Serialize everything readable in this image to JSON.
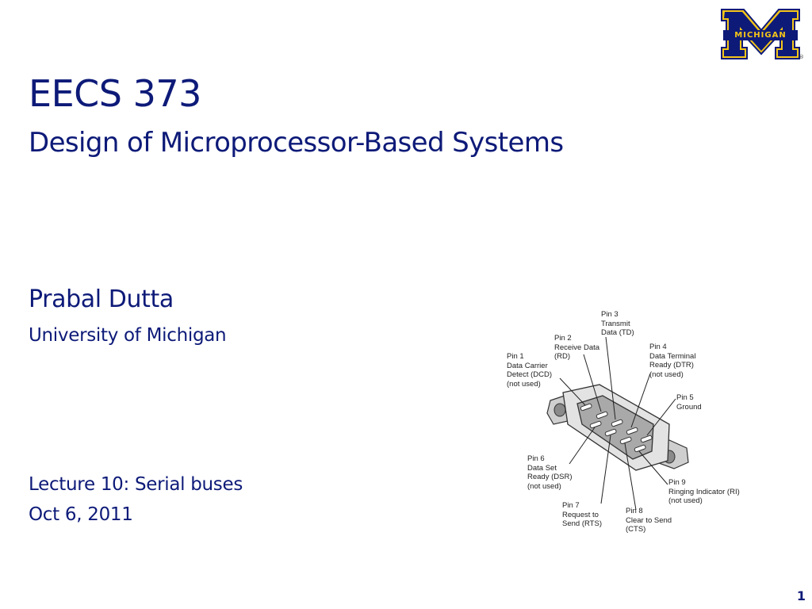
{
  "slide": {
    "title": "EECS 373",
    "subtitle": "Design of Microprocessor-Based Systems",
    "author": "Prabal Dutta",
    "affiliation": "University of Michigan",
    "lecture": "Lecture 10: Serial buses",
    "date": "Oct 6, 2011",
    "page_number": "1"
  },
  "logo": {
    "word": "MICHIGAN",
    "registered": "®",
    "colors": {
      "blue": "#0d1a78",
      "maize": "#f5c518"
    }
  },
  "connector_pins": [
    {
      "lines": [
        "Pin 1",
        "Data Carrier",
        "Detect (DCD)",
        "(not used)"
      ]
    },
    {
      "lines": [
        "Pin 2",
        "Receive Data",
        "(RD)"
      ]
    },
    {
      "lines": [
        "Pin 3",
        "Transmit",
        "Data (TD)"
      ]
    },
    {
      "lines": [
        "Pin 4",
        "Data Terminal",
        "Ready (DTR)",
        "(not used)"
      ]
    },
    {
      "lines": [
        "Pin 5",
        "Ground"
      ]
    },
    {
      "lines": [
        "Pin 6",
        "Data Set",
        "Ready (DSR)",
        "(not used)"
      ]
    },
    {
      "lines": [
        "Pin 7",
        "Request to",
        "Send (RTS)"
      ]
    },
    {
      "lines": [
        "Pin 8",
        "Clear to Send",
        "(CTS)"
      ]
    },
    {
      "lines": [
        "Pin 9",
        "Ringing Indicator (RI)",
        "(not used)"
      ]
    }
  ]
}
